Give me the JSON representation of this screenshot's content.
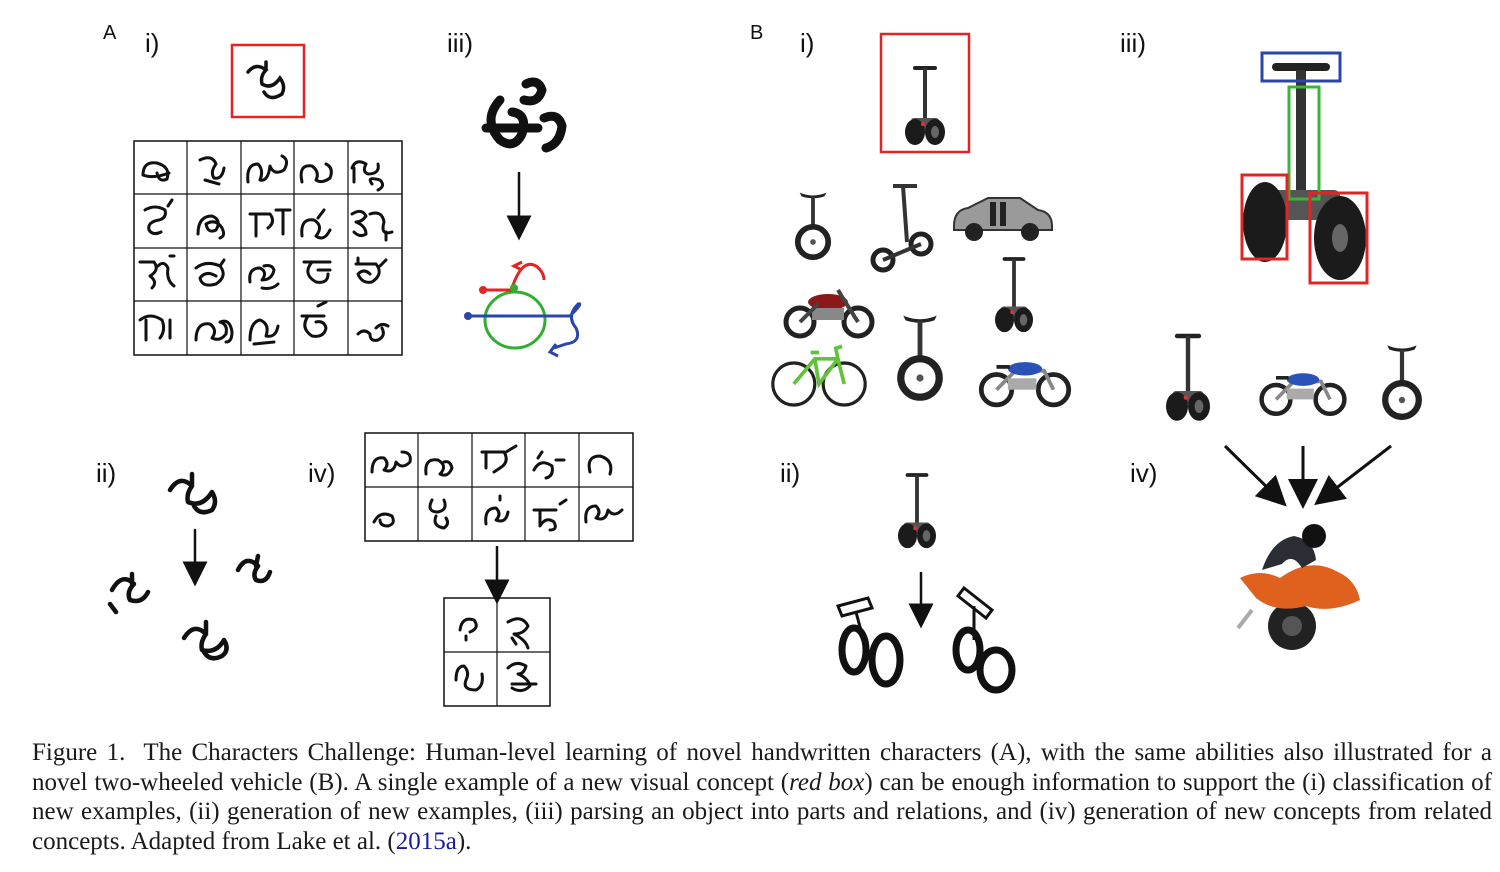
{
  "figure": {
    "panel_a_letter": "A",
    "panel_b_letter": "B",
    "sublabels": {
      "a_i": "i)",
      "a_ii": "ii)",
      "a_iii": "iii)",
      "a_iv": "iv)",
      "b_i": "i)",
      "b_ii": "ii)",
      "b_iii": "iii)",
      "b_iv": "iv)"
    },
    "highlight_color": "#e32424",
    "part_colors": {
      "handlebar": "#2a46a8",
      "stem": "#3ab43a",
      "wheels": "#e32424"
    }
  },
  "caption": {
    "label": "Figure 1.",
    "text_1": "The Characters Challenge: Human-level learning of novel handwritten characters (A), with the same abilities also illustrated for a novel two-wheeled vehicle (B). A single example of a new visual concept (",
    "emphasis": "red box",
    "text_2": ") can be enough information to support the (i) classification of new examples, (ii) generation of new examples, (iii) parsing an object into parts and relations, and (iv) generation of new concepts from related concepts. Adapted from Lake et al. (",
    "citation": "2015a",
    "text_3": ")."
  }
}
